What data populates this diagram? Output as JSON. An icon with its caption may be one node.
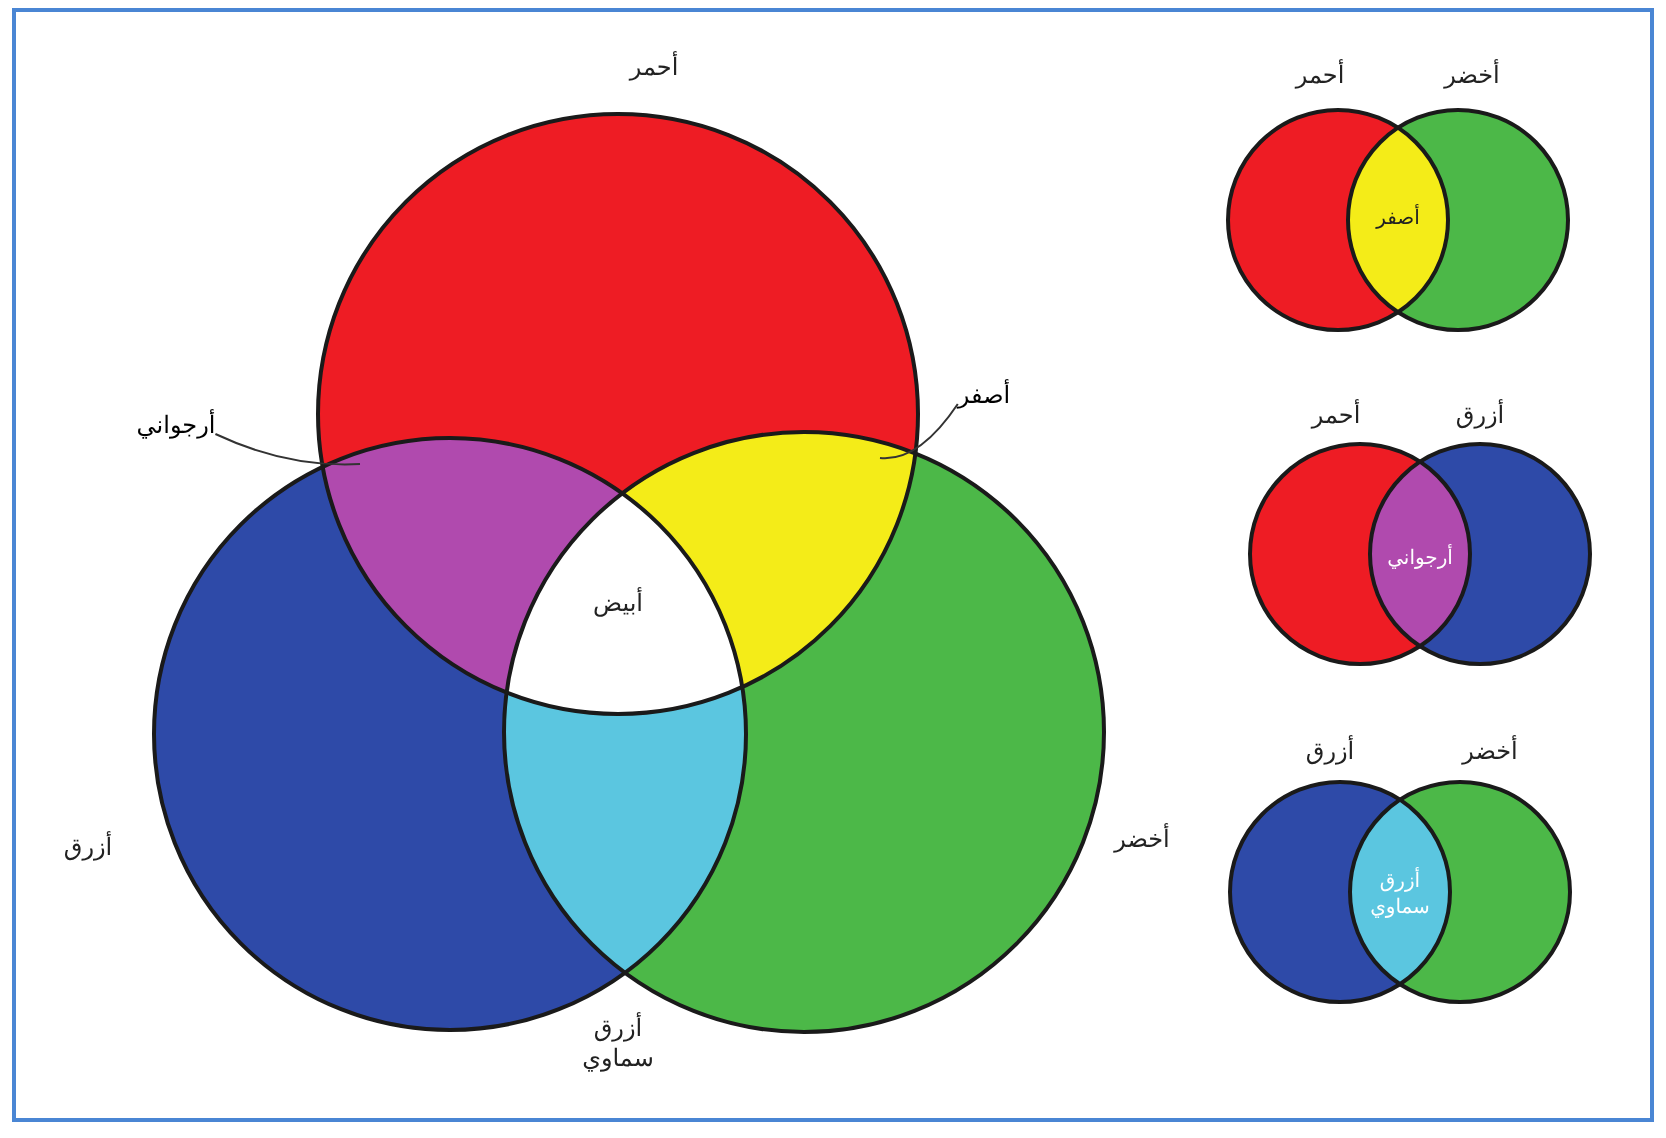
{
  "diagram": {
    "nodes": [
      {
        "text": [
          "أرجواني"
        ]
      },
      {
        "text": [
          "أصفر"
        ]
      }
    ],
    "edges": [
      {
        "from": 0,
        "to": null,
        "arrow": "none"
      },
      {
        "from": 1,
        "to": null,
        "arrow": "none"
      }
    ],
    "labels": [
      "أحمر",
      "أحمر",
      "أخضر",
      "أصفر",
      "أبيض",
      "أحمر",
      "أزرق",
      "أرجواني",
      "أزرق",
      "أخضر",
      "أزرق",
      "أخضر",
      "أزرق سماوي",
      "أزرق سماوي"
    ]
  }
}
